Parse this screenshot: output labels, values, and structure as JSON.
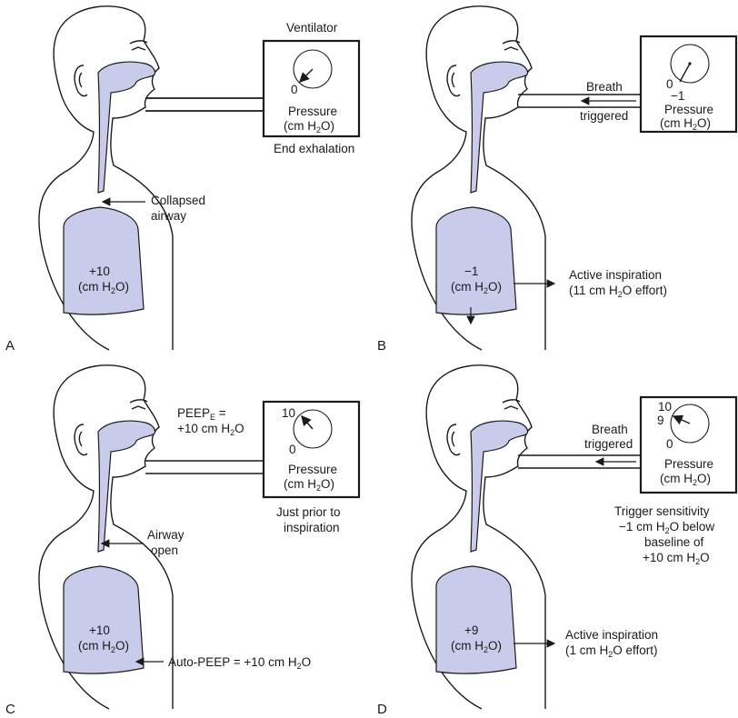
{
  "panels": {
    "a": {
      "letter": "A",
      "ventilator_title": "Ventilator",
      "gauge_zero": "0",
      "pressure_l1": "Pressure",
      "pressure_l2": "(cm H",
      "caption": "End exhalation",
      "callout_l1": "Collapsed",
      "callout_l2": "airway",
      "lung_value": "+10",
      "lung_unit": "(cm H",
      "gauge_reading": 0
    },
    "b": {
      "letter": "B",
      "gauge_zero": "0",
      "gauge_minus": "−1",
      "pressure_l1": "Pressure",
      "pressure_l2": "(cm H",
      "breath_l1": "Breath",
      "breath_l2": "triggered",
      "lung_value": "−1",
      "lung_unit": "(cm H",
      "effort_l1": "Active inspiration",
      "effort_l2": "(11 cm H",
      "effort_l2b": "O effort)",
      "gauge_reading": -1
    },
    "c": {
      "letter": "C",
      "peep_l1": "PEEP",
      "peep_sub": "E",
      "peep_eq": " =",
      "peep_l2": "+10 cm H",
      "gauge_ten": "10",
      "gauge_zero": "0",
      "pressure_l1": "Pressure",
      "pressure_l2": "(cm H",
      "caption_l1": "Just prior to",
      "caption_l2": "inspiration",
      "callout_l1": "Airway",
      "callout_l2": "open",
      "lung_value": "+10",
      "lung_unit": "(cm H",
      "auto_peep": "Auto-PEEP = +10 cm H",
      "gauge_reading": 10
    },
    "d": {
      "letter": "D",
      "gauge_ten": "10",
      "gauge_nine": "9",
      "gauge_zero": "0",
      "pressure_l1": "Pressure",
      "pressure_l2": "(cm H",
      "breath_l1": "Breath",
      "breath_l2": "triggered",
      "trigger_l1": "Trigger sensitivity",
      "trigger_l2": "−1 cm H",
      "trigger_l2b": "O below",
      "trigger_l3": "baseline of",
      "trigger_l4": "+10 cm H",
      "lung_value": "+9",
      "lung_unit": "(cm H",
      "effort_l1": "Active inspiration",
      "effort_l2": "(1 cm H",
      "effort_l2b": "O effort)",
      "gauge_reading": 9
    }
  },
  "h2o_sub": "2",
  "h2o_o": "O",
  "h2o_close": "O)",
  "colors": {
    "airway_fill": "#c9cbea",
    "outline": "#1a1a1a",
    "background": "#ffffff"
  }
}
